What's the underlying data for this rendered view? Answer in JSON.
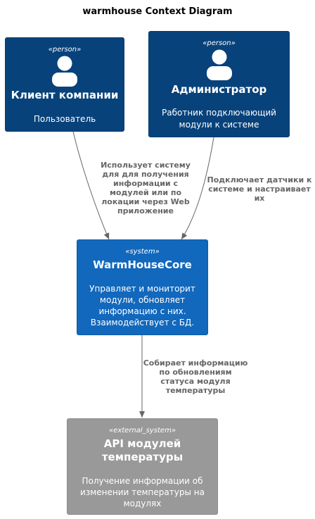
{
  "diagram": {
    "title": "warmhouse Context Diagram",
    "nodes": {
      "client": {
        "stereotype": "«person»",
        "name": "Клиент компании",
        "description": "Пользователь",
        "icon": "person-icon"
      },
      "admin": {
        "stereotype": "«person»",
        "name": "Администратор",
        "description_line1": "Работник подключающий",
        "description_line2": "модули к системе",
        "icon": "person-icon"
      },
      "core": {
        "stereotype": "«system»",
        "name": "WarmHouseCore",
        "description_line1": "Управляет и мониторит",
        "description_line2": "модули, обновляет",
        "description_line3": "информацию с них.",
        "description_line4": "Взаимодействует с БД."
      },
      "api": {
        "stereotype": "«external_system»",
        "name_line1": "API модулей",
        "name_line2": "температуры",
        "description_line1": "Получение информации об",
        "description_line2": "изменении температуры на",
        "description_line3": "модулях"
      }
    },
    "edges": {
      "client_to_core": {
        "line1": "Использует систему",
        "line2": "для для получения",
        "line3": "информации с",
        "line4": "модулей или по",
        "line5": "локации через Web",
        "line6": "приложение"
      },
      "admin_to_core": {
        "line1": "Подключает датчики к",
        "line2": "системе и настраивает",
        "line3": "их"
      },
      "core_to_api": {
        "line1": "Собирает информацию",
        "line2": "по обновлениям",
        "line3": "статуса модуля",
        "line4": "температуры"
      }
    },
    "colors": {
      "person": "#08427b",
      "system": "#1168bd",
      "external_system": "#999999",
      "edge": "#666666",
      "title": "#000000"
    }
  }
}
